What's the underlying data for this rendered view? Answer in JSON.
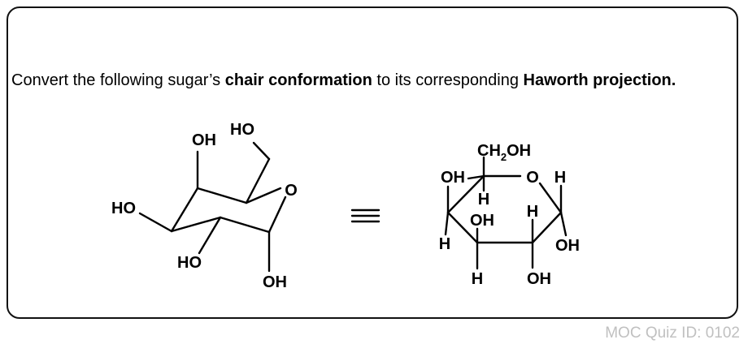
{
  "question": {
    "intro": "Convert the following sugar’s ",
    "term1": "chair conformation",
    "middle": " to its corresponding ",
    "term2": "Haworth projection",
    "end": "."
  },
  "chair": {
    "oh_top": "OH",
    "ho_top": "HO",
    "ring_o": "O",
    "ho_left": "HO",
    "ho_bottom": "HO",
    "oh_bottom": "OH"
  },
  "equivalence_symbol": "≡",
  "haworth": {
    "ch2oh_ch": "CH",
    "ch2oh_sub": "2",
    "ch2oh_oh": "OH",
    "oh_c5": "OH",
    "ring_o": "O",
    "h_c1_top": "H",
    "h_c5": "H",
    "oh_c4": "OH",
    "h_c2_top": "H",
    "h_c4_left": "H",
    "oh_c1": "OH",
    "h_c3": "H",
    "oh_c2": "OH"
  },
  "footer": {
    "quiz_id": "MOC Quiz ID: 0102"
  },
  "colors": {
    "border": "#111111",
    "text": "#000000",
    "quiz_id": "#c0c0c0"
  }
}
